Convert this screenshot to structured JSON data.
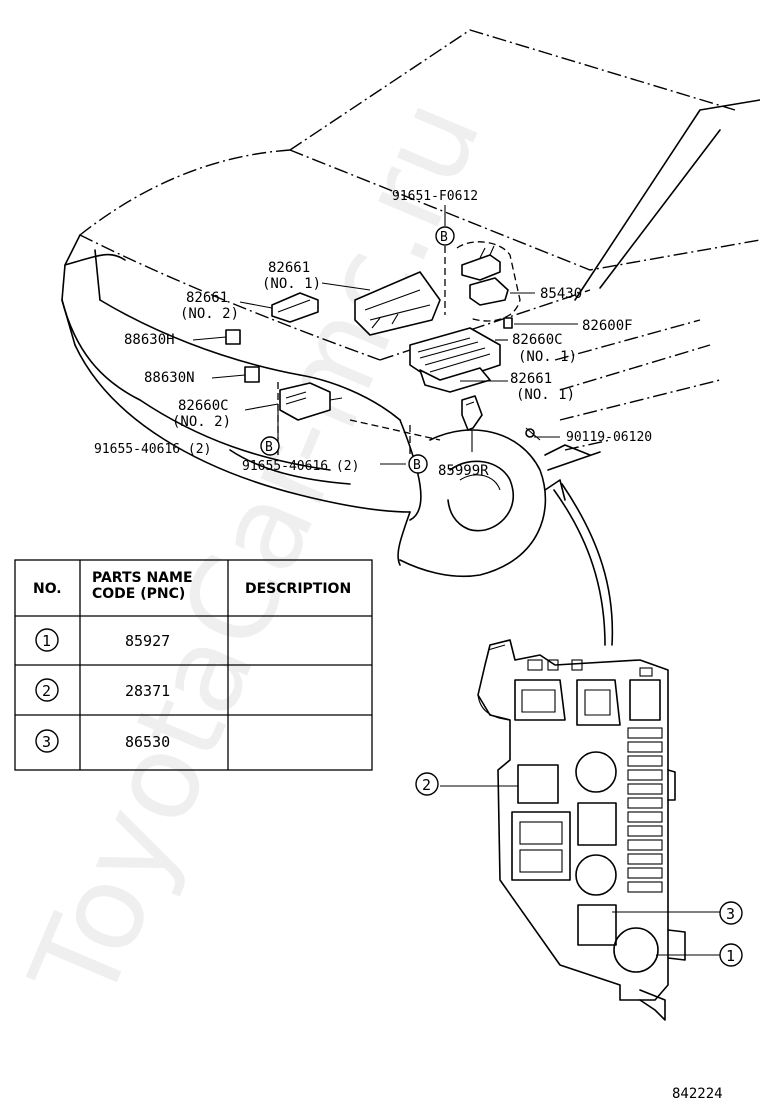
{
  "watermark": "ToyotaCar-mc.ru",
  "figure_id": "842224",
  "callouts": {
    "bolt_top": "91651-F0612",
    "cover_no1_code": "82661",
    "cover_no1_sub": "(NO. 1)",
    "cover_no2_code": "82661",
    "cover_no2_sub": "(NO. 2)",
    "relay_h": "88630H",
    "relay_n": "88630N",
    "relay_c2_code": "82660C",
    "relay_c2_sub": "(NO. 2)",
    "bolt_left": "91655-40616 (2)",
    "bolt_mid": "91655-40616 (2)",
    "part_85430": "85430",
    "part_82600f": "82600F",
    "relay_c1_code": "82660C",
    "relay_c1_sub": "(NO. 1)",
    "cover_lower_code": "82661",
    "cover_lower_sub": "(NO. 1)",
    "screw": "90119-06120",
    "part_85999r": "85999R",
    "b_marker": "B"
  },
  "table": {
    "headers": {
      "no": "NO.",
      "pnc_line1": "PARTS NAME",
      "pnc_line2": "CODE (PNC)",
      "desc": "DESCRIPTION"
    },
    "rows": [
      {
        "no": "1",
        "pnc": "85927",
        "desc": ""
      },
      {
        "no": "2",
        "pnc": "28371",
        "desc": ""
      },
      {
        "no": "3",
        "pnc": "86530",
        "desc": ""
      }
    ]
  },
  "detail_markers": [
    "1",
    "2",
    "3"
  ]
}
